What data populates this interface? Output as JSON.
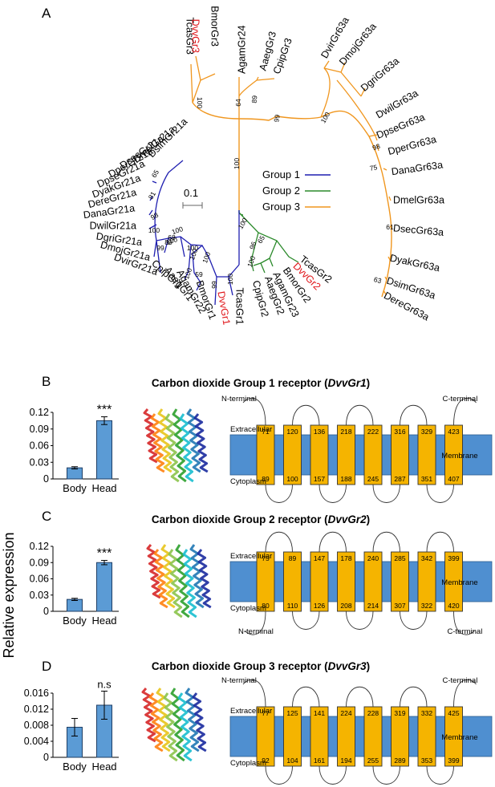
{
  "panel_letters": [
    "A",
    "B",
    "C",
    "D"
  ],
  "y_axis_label": "Relative expression",
  "legend": [
    {
      "label": "Group 1",
      "color": "#1f1fb0"
    },
    {
      "label": "Group 2",
      "color": "#2b8a2b"
    },
    {
      "label": "Group 3",
      "color": "#f0961e"
    }
  ],
  "scale_bar": "0.1",
  "tree": {
    "group1_taxa": [
      "DsimGr21a",
      "DmelGr21a",
      "DsecGr21a",
      "DperGr21a",
      "DpseGr21a",
      "DyakGr21a",
      "DereGr21a",
      "DanaGr21a",
      "DwilGr21a",
      "DgriGr21a",
      "DmojGr21a",
      "DvirGr21a",
      "CpipGr1",
      "AaegGr1",
      "AgamGr22",
      "BmorGr1",
      "DvvGr1",
      "TcasGr1"
    ],
    "group2_taxa": [
      "CpipGr2",
      "AaegGr2",
      "AgamGr23",
      "BmorGr2",
      "DvvGr2",
      "TcasGr2"
    ],
    "group3_taxa": [
      "TcasGr3",
      "DvvGr3",
      "BmorGr3",
      "AgamGr24",
      "AaegGr3",
      "CpipGr3",
      "DvirGr63a",
      "DmojGr63a",
      "DgriGr63a",
      "DwilGr63a",
      "DpseGr63a",
      "DperGr63a",
      "DanaGr63a",
      "DmelGr63a",
      "DsecGr63a",
      "DyakGr63a",
      "DsimGr63a",
      "DereGr63a"
    ],
    "highlighted_taxa": [
      "DvvGr1",
      "DvvGr2",
      "DvvGr3"
    ],
    "highlight_color": "#e0161a",
    "support_values": [
      "100",
      "64",
      "89",
      "99",
      "100",
      "100",
      "98",
      "75",
      "61",
      "63",
      "100",
      "96",
      "65",
      "100",
      "100",
      "99",
      "100",
      "100",
      "100",
      "100",
      "100",
      "65",
      "98",
      "100",
      "99",
      "81",
      "68",
      "89",
      "100",
      "59"
    ]
  },
  "panels": [
    {
      "title_prefix": "Carbon dioxide Group 1 receptor (",
      "title_gene": "DvvGr1",
      "title_suffix": ")",
      "chart_data": {
        "type": "bar",
        "categories": [
          "Body",
          "Head"
        ],
        "values": [
          0.02,
          0.105
        ],
        "errors": [
          0.002,
          0.007
        ],
        "ylim": [
          0,
          0.12
        ],
        "yticks": [
          "0",
          "0.03",
          "0.06",
          "0.09",
          "0.12"
        ],
        "significance": "***",
        "bar_color": "#5b9bd5"
      },
      "topology": {
        "extracellular": "Extracellular",
        "cytoplasm": "Cytoplasm",
        "membrane": "Membrane",
        "n_terminal": "N-terminal",
        "c_terminal": "C-terminal",
        "n_side": "out",
        "c_side": "out",
        "top_nums": [
          "71",
          "120",
          "136",
          "218",
          "222",
          "316",
          "329",
          "423"
        ],
        "bottom_nums": [
          "89",
          "100",
          "157",
          "188",
          "245",
          "287",
          "351",
          "407"
        ]
      }
    },
    {
      "title_prefix": "Carbon dioxide Group 2 receptor (",
      "title_gene": "DvvGr2",
      "title_suffix": ")",
      "chart_data": {
        "type": "bar",
        "categories": [
          "Body",
          "Head"
        ],
        "values": [
          0.022,
          0.09
        ],
        "errors": [
          0.002,
          0.004
        ],
        "ylim": [
          0,
          0.12
        ],
        "yticks": [
          "0",
          "0.03",
          "0.06",
          "0.09",
          "0.12"
        ],
        "significance": "***",
        "bar_color": "#5b9bd5"
      },
      "topology": {
        "extracellular": "Extracellular",
        "cytoplasm": "Cytoplasm",
        "membrane": "Membrane",
        "n_terminal": "N-terminal",
        "c_terminal": "C-terminal",
        "n_side": "in",
        "c_side": "in",
        "top_nums": [
          "75",
          "89",
          "147",
          "178",
          "240",
          "285",
          "342",
          "399"
        ],
        "bottom_nums": [
          "80",
          "110",
          "126",
          "208",
          "214",
          "307",
          "322",
          "420"
        ]
      }
    },
    {
      "title_prefix": "Carbon dioxide Group 3 receptor (",
      "title_gene": "DvvGr3",
      "title_suffix": ")",
      "chart_data": {
        "type": "bar",
        "categories": [
          "Body",
          "Head"
        ],
        "values": [
          0.0075,
          0.013
        ],
        "errors": [
          0.0022,
          0.0035
        ],
        "ylim": [
          0,
          0.016
        ],
        "yticks": [
          "0",
          "0.004",
          "0.008",
          "0.012",
          "0.016"
        ],
        "significance": "n.s",
        "bar_color": "#5b9bd5"
      },
      "topology": {
        "extracellular": "Extracellular",
        "cytoplasm": "Cytoplasm",
        "membrane": "Membrane",
        "n_terminal": "N-terminal",
        "c_terminal": "C-terminal",
        "n_side": "out",
        "c_side": "out",
        "top_nums": [
          "77",
          "125",
          "141",
          "224",
          "228",
          "319",
          "332",
          "425"
        ],
        "bottom_nums": [
          "92",
          "104",
          "161",
          "194",
          "255",
          "289",
          "353",
          "399"
        ]
      }
    }
  ]
}
